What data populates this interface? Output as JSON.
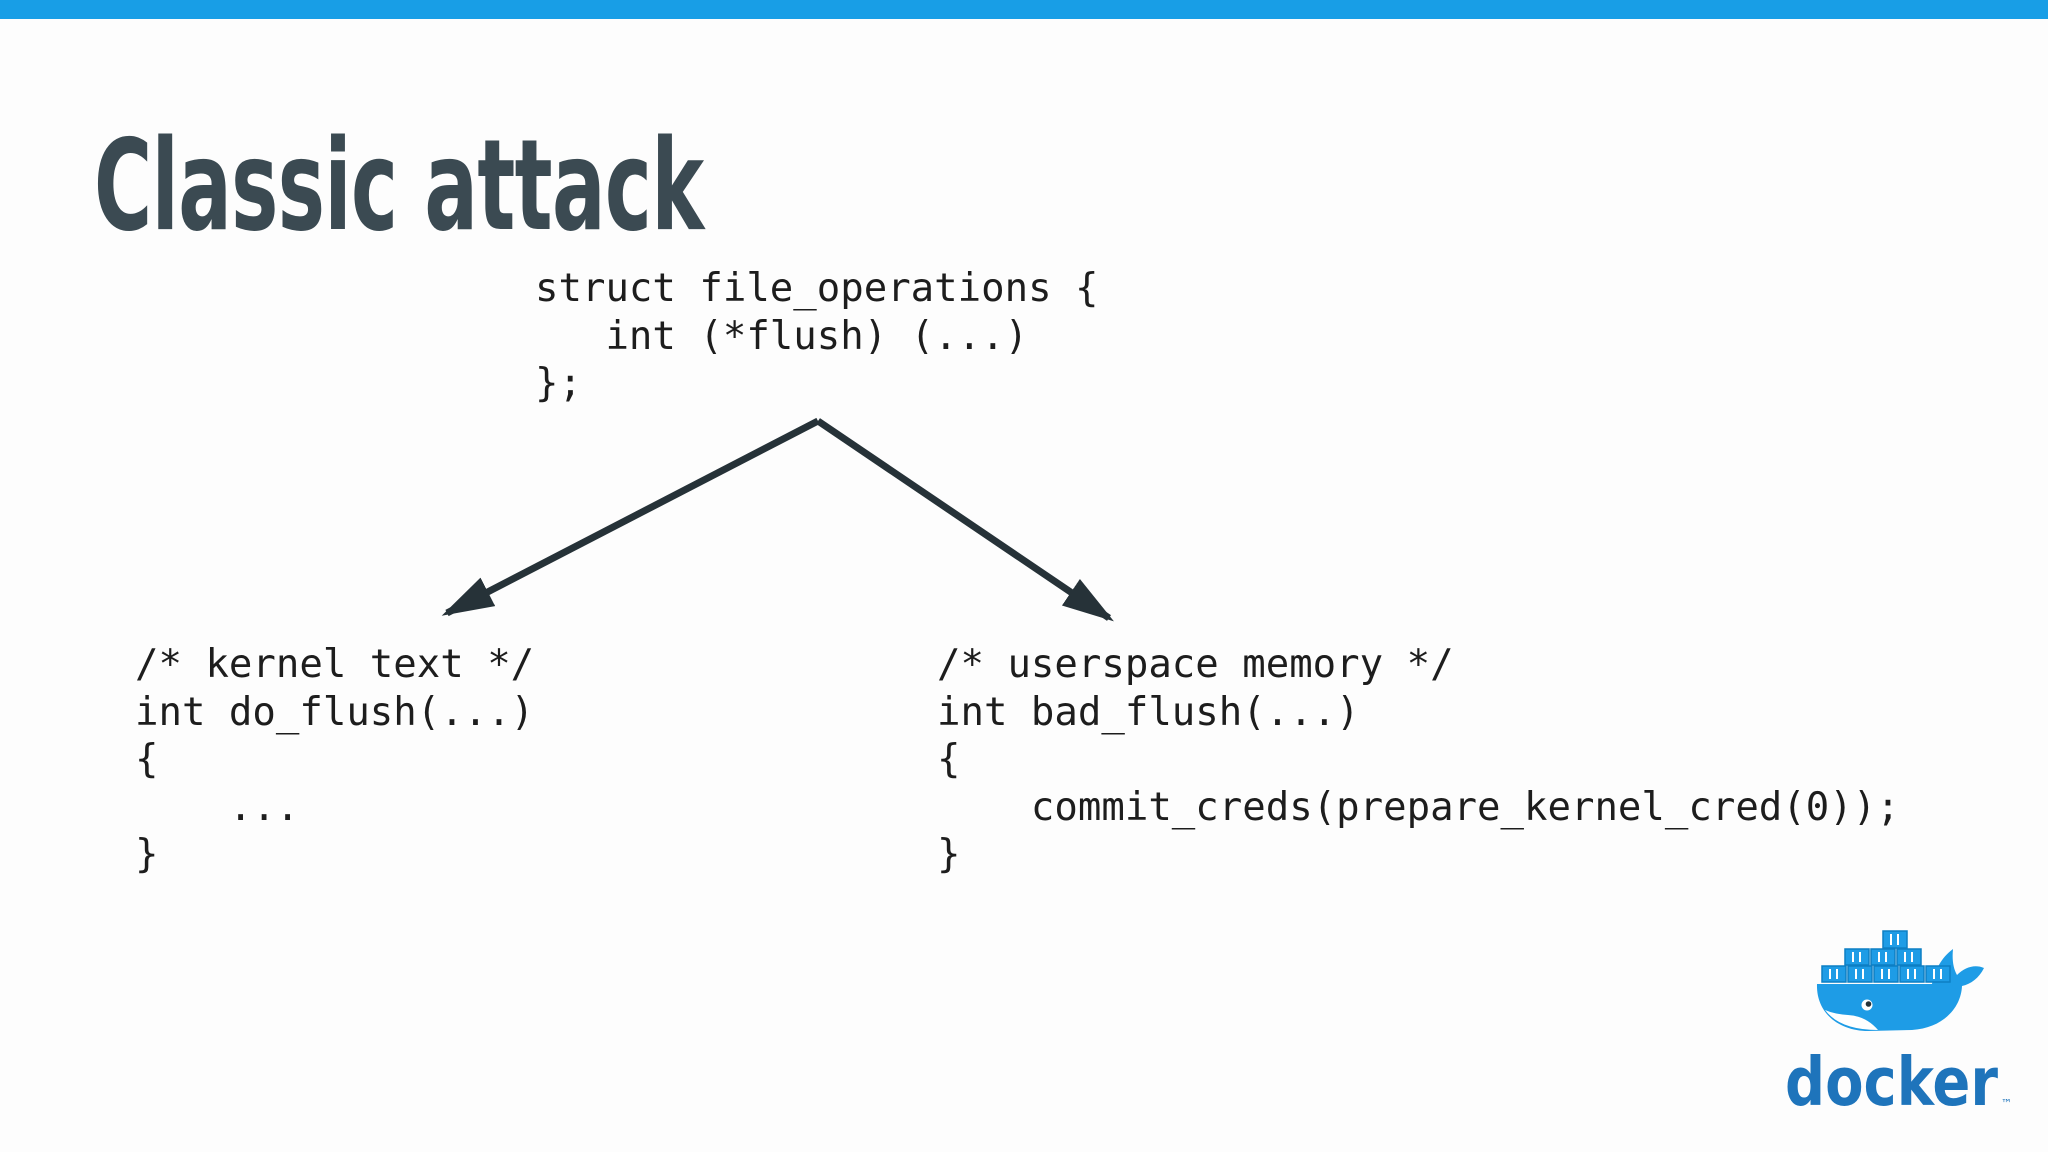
{
  "slide": {
    "title": "Classic attack",
    "top_bar_color": "#189EE6",
    "title_color": "#3B4A52",
    "code_color": "#1D1D1D",
    "arrow_color": "#263238",
    "background_color": "#FDFDFD"
  },
  "code_blocks": {
    "file_operations": {
      "lines": [
        "struct file_operations {",
        "   int (*flush) (...)",
        "};"
      ]
    },
    "kernel_text": {
      "lines": [
        "/* kernel text */",
        "int do_flush(...)",
        "{",
        "    ...",
        "}"
      ]
    },
    "userspace_memory": {
      "lines": [
        "/* userspace memory */",
        "int bad_flush(...)",
        "{",
        "    commit_creds(prepare_kernel_cred(0));",
        "}"
      ]
    }
  },
  "logo": {
    "wordmark": "docker",
    "trademark": "™",
    "whale_color": "#1E9CE6",
    "wordmark_color": "#1E74BB"
  }
}
